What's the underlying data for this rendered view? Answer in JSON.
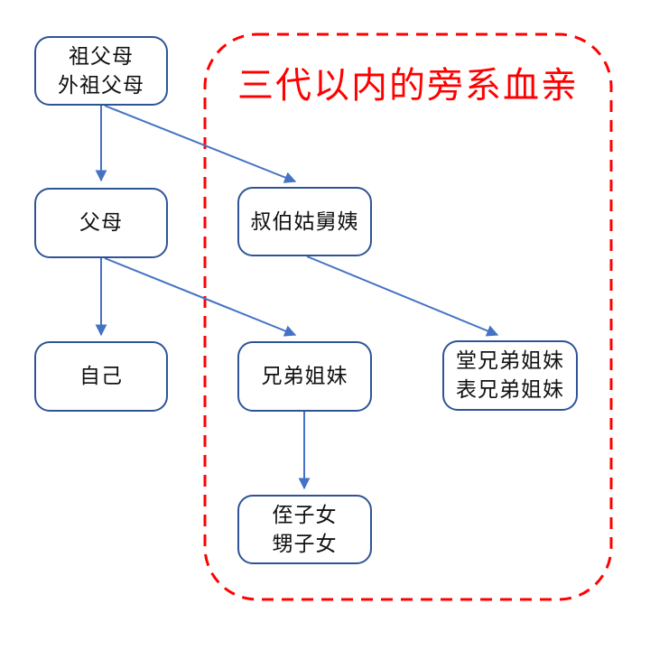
{
  "diagram": {
    "region_title": "三代以内的旁系血亲",
    "colors": {
      "node_border": "#2F5496",
      "connector": "#4472C4",
      "dashed_region": "#FF0000",
      "title_text": "#FF0000",
      "node_text": "#111111",
      "background": "#FFFFFF"
    },
    "nodes": [
      {
        "id": "grandparents",
        "lines": [
          "祖父母",
          "外祖父母"
        ]
      },
      {
        "id": "parents",
        "lines": [
          "父母"
        ]
      },
      {
        "id": "uncles-aunts",
        "lines": [
          "叔伯姑舅姨"
        ]
      },
      {
        "id": "self",
        "lines": [
          "自己"
        ]
      },
      {
        "id": "siblings",
        "lines": [
          "兄弟姐妹"
        ]
      },
      {
        "id": "cousins",
        "lines": [
          "堂兄弟姐妹",
          "表兄弟姐妹"
        ]
      },
      {
        "id": "nephews-nieces",
        "lines": [
          "侄子女",
          "甥子女"
        ]
      }
    ],
    "edges": [
      {
        "from": "grandparents",
        "to": "parents"
      },
      {
        "from": "grandparents",
        "to": "uncles-aunts"
      },
      {
        "from": "parents",
        "to": "self"
      },
      {
        "from": "parents",
        "to": "siblings"
      },
      {
        "from": "uncles-aunts",
        "to": "cousins"
      },
      {
        "from": "siblings",
        "to": "nephews-nieces"
      }
    ]
  }
}
